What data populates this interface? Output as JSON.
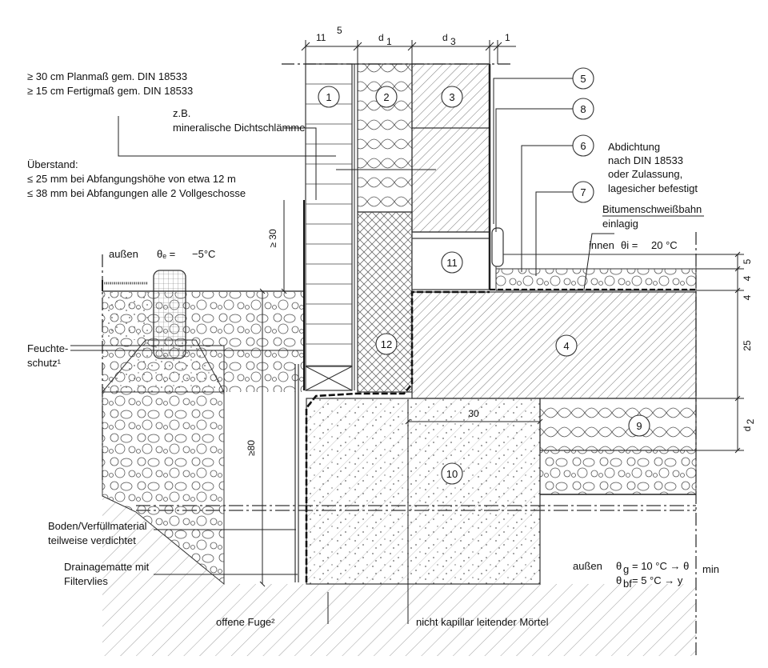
{
  "dimensions_top": {
    "d11": "11",
    "d5": "5",
    "d1": "d",
    "d1sub": "1",
    "d3": "d",
    "d3sub": "3",
    "one": "1"
  },
  "notes": {
    "plan1": "≥ 30 cm Planmaß gem. DIN 18533",
    "plan2": "≥ 15 cm Fertigmaß gem. DIN 18533",
    "zb": "z.B.",
    "slurry": "mineralische Dichtschlämme",
    "over_title": "Überstand:",
    "over1": "≤ 25 mm bei Abfangungshöhe von etwa 12 m",
    "over2": "≤ 38 mm bei Abfangungen alle 2 Vollgeschosse",
    "seal1": "Abdichtung",
    "seal2": "nach DIN 18533",
    "seal3": "oder Zulassung,",
    "seal4": "lagesicher befestigt",
    "bit1": "Bitumenschweißbahn",
    "bit2": "einlagig",
    "outside_label": "außen",
    "theta_e": "θₑ =",
    "theta_e_val": "−5°C",
    "inside_label": "innen",
    "theta_i": "θi =",
    "theta_i_val": "20 °C",
    "moist1": "Feuchte-",
    "moist2": "schutz¹",
    "soil1": "Boden/Verfüllmaterial",
    "soil2": "teilweise verdichtet",
    "drain1": "Drainagematte mit",
    "drain2": "Filtervlies",
    "joint": "offene Fuge²",
    "mortar": "nicht kapillar leitender Mörtel",
    "ground_outside": "außen",
    "theta_g": "θ",
    "theta_g_sub": "g",
    "theta_g_val": "= 10 °C → θ",
    "theta_min_sub": "min",
    "theta_bf": "θ",
    "theta_bf_sub": "bf",
    "theta_bf_val": "=   5 °C → y"
  },
  "dimensions_side": {
    "ge30": "≥ 30",
    "ge80": "≥80",
    "thirty": "30",
    "five": "5",
    "four_a": "4",
    "four_b": "4",
    "twentyfive": "25",
    "d2": "d",
    "d2sub": "2"
  },
  "callouts": [
    "1",
    "2",
    "3",
    "5",
    "8",
    "6",
    "7",
    "11",
    "12",
    "4",
    "9",
    "10"
  ]
}
